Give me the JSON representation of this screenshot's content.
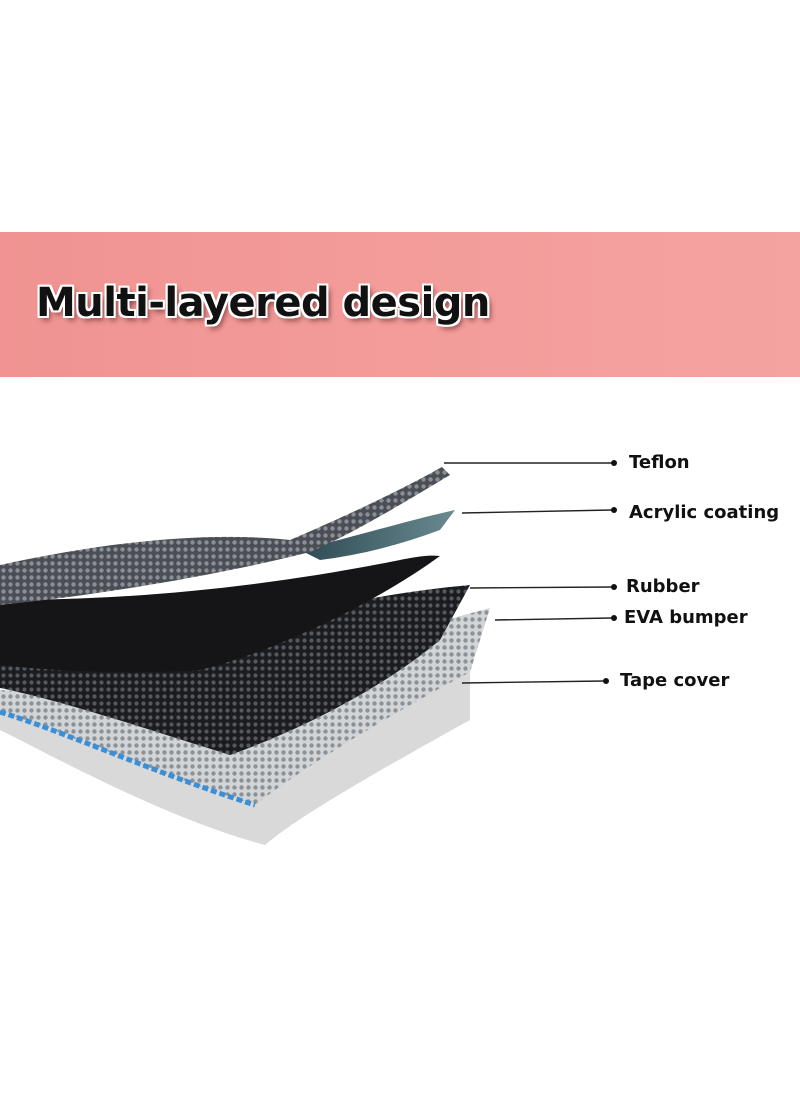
{
  "banner": {
    "title": "Multi-layered design",
    "background_color": "#f39c9a"
  },
  "diagram": {
    "layers": [
      {
        "id": "teflon",
        "label": "Teflon",
        "color": "#5a5e63"
      },
      {
        "id": "acrylic",
        "label": "Acrylic coating",
        "color": "#3f5f66"
      },
      {
        "id": "rubber",
        "label": "Rubber",
        "color": "#222326"
      },
      {
        "id": "eva",
        "label": "EVA bumper",
        "color": "#b9bec4"
      },
      {
        "id": "tape",
        "label": "Tape cover",
        "color": "#dcdcdc"
      }
    ]
  }
}
